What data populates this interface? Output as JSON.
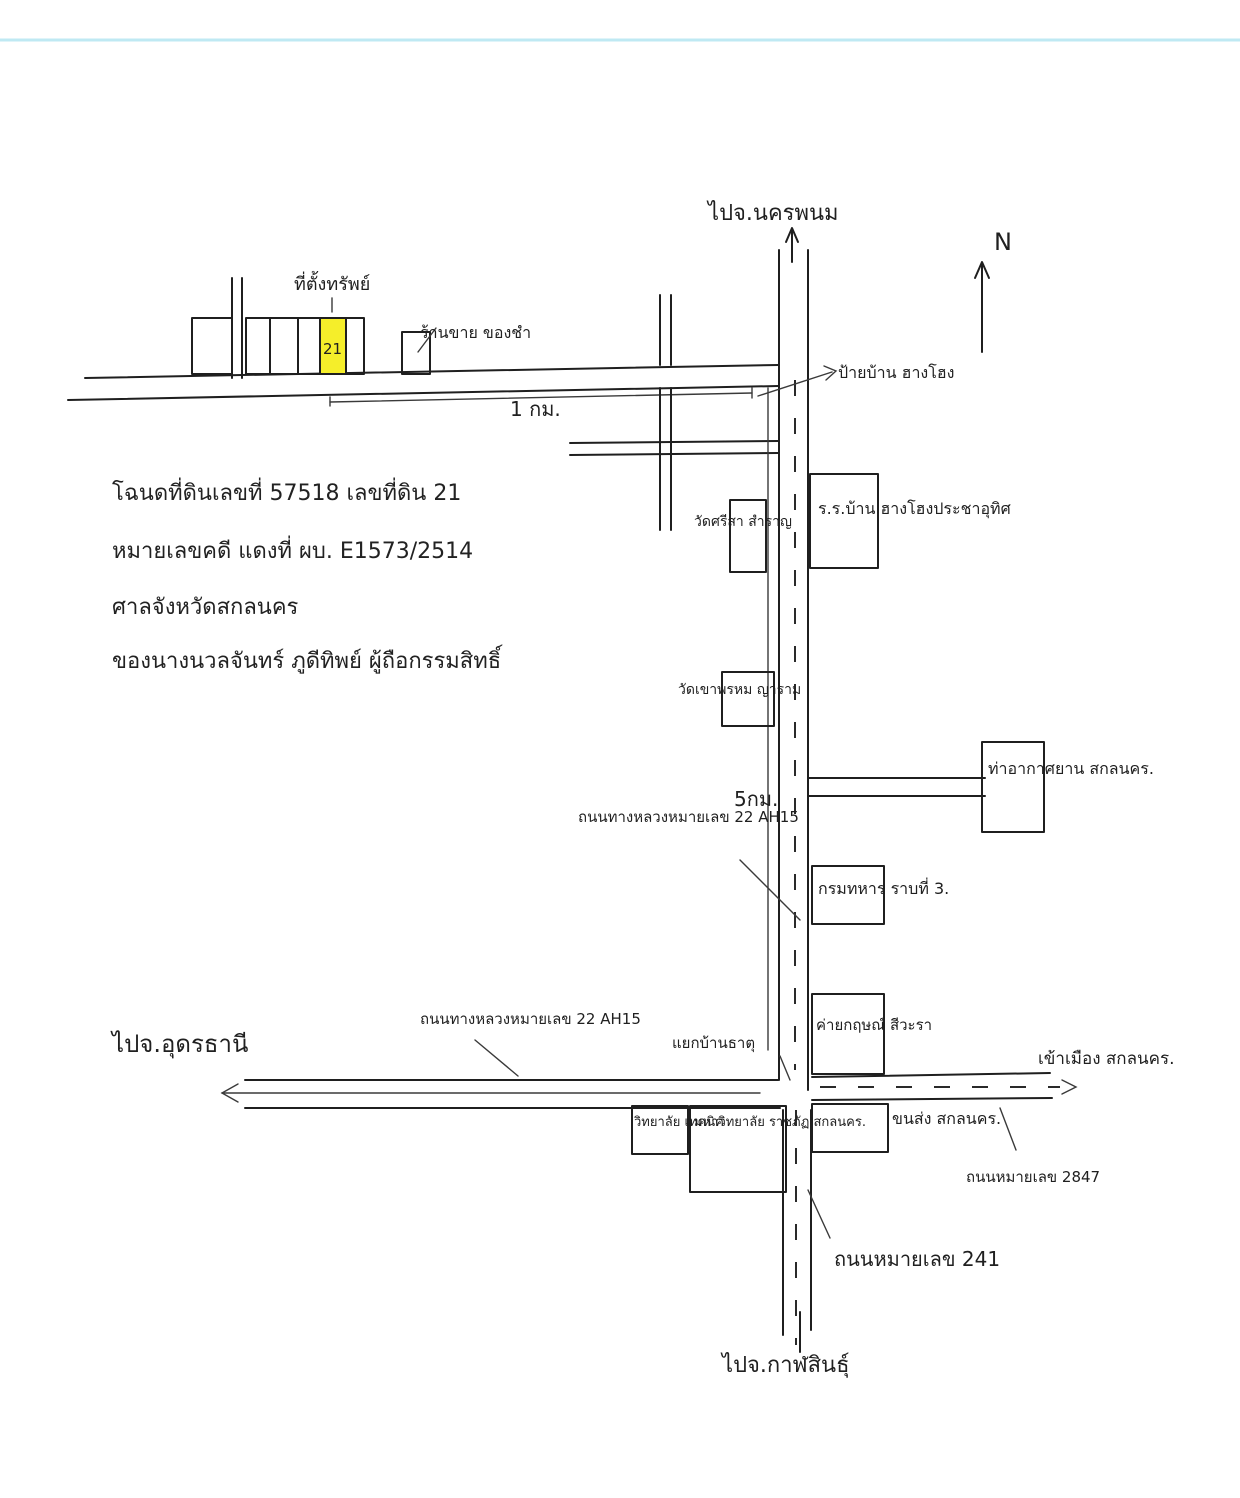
{
  "map": {
    "north_label": "N",
    "marker": {
      "label": "ที่ตั้งทรัพย์",
      "plot_no": "21",
      "highlight": "#f5ee2a"
    },
    "distance_top": "1 กม.",
    "distance_mid": "5กม.",
    "directions": {
      "north": "ไปจ.นครพนม",
      "south": "ไปจ.กาฬสินธุ์",
      "west": "ไปจ.อุดรธานี",
      "east": "เข้าเมือง สกลนคร."
    },
    "landmarks": {
      "shop": "ร้านขาย ของชำ",
      "village_sign": "ป้ายบ้าน ฮางโฮง",
      "temple_1": "วัดศรีสา สำราญ",
      "school": "ร.ร.บ้าน ฮางโฮงประชาอุทิศ",
      "temple_2": "วัดเขาพรหม ญาราม",
      "airport": "ท่าอากาศยาน สกลนคร.",
      "dept_store": "กรมทหาร ราบที่ 3.",
      "college": "ค่ายกฤษณ์ สีวะรา",
      "junction": "แยกบ้านธาตุ",
      "shop_2": "วิทยาลัย เทคนิค",
      "university": "มหาวิทยาลัย ราชภัฏ สกลนคร.",
      "transport": "ขนส่ง สกลนคร."
    },
    "roads": {
      "road_22_top": "ถนนทางหลวงหมายเลข 22 AH15",
      "road_22_left": "ถนนทางหลวงหมายเลข 22 AH15",
      "road_241": "ถนนหมายเลข 241",
      "road_2847": "ถนนหมายเลข 2847"
    },
    "notes": {
      "line_1": "โฉนดที่ดินเลขที่ 57518 เลขที่ดิน 21",
      "line_2": "หมายเลขคดี แดงที่ ผบ. E1573/2514",
      "line_3": "ศาลจังหวัดสกลนคร",
      "line_4": "ของนางนวลจันทร์ ภูดีทิพย์ ผู้ถือกรรมสิทธิ์"
    },
    "colors": {
      "ink": "#1f1f1f",
      "frame_line": "#bfe9f3"
    }
  }
}
